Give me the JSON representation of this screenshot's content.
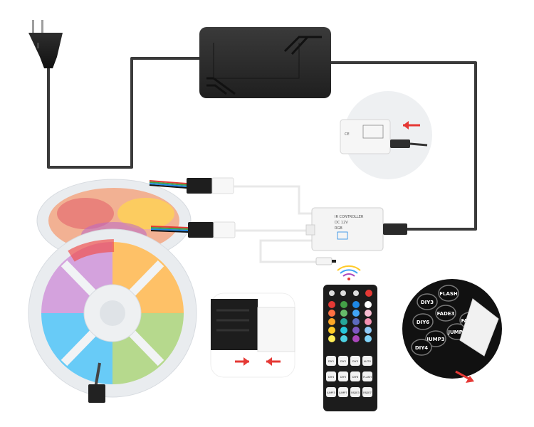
{
  "colors": {
    "cable": "#3a3a3a",
    "adapter": "#2e2e2e",
    "arrow": "#e53935",
    "remote_body": "#1c1c1c",
    "controller_body": "#f4f4f4",
    "reel": "#e9ecef"
  },
  "controller_label": {
    "line1": "IR CONTROLLER",
    "line2": "DC 12V",
    "line3": "RGB"
  },
  "remote": {
    "color_keys": [
      "#e53935",
      "#43a047",
      "#1e88e5",
      "#ffffff",
      "#ff7043",
      "#66bb6a",
      "#42a5f5",
      "#f8bbd0",
      "#ffa726",
      "#26a69a",
      "#5c6bc0",
      "#f48fb1",
      "#ffca28",
      "#26c6da",
      "#7e57c2",
      "#90caf9",
      "#ffee58",
      "#4dd0e1",
      "#ab47bc",
      "#81d4fa"
    ],
    "mode_keys": [
      "DIY1",
      "DIY2",
      "DIY3",
      "AUTO",
      "DIY4",
      "DIY5",
      "DIY6",
      "FLASH",
      "JUMP3",
      "JUMP7",
      "FADE3",
      "FADE7"
    ]
  },
  "zoom_keys": [
    "DIY3",
    "FLASH",
    "DIY6",
    "FADE3",
    "JUMP3",
    "JUMP7",
    "DIY4",
    "FADE7"
  ],
  "icons": [
    "eu-plug-icon",
    "power-adapter-icon",
    "ir-controller-icon",
    "remote-control-icon",
    "led-strip-reel-icon",
    "connector-icon",
    "arrow-icon",
    "wifi-signal-icon"
  ]
}
